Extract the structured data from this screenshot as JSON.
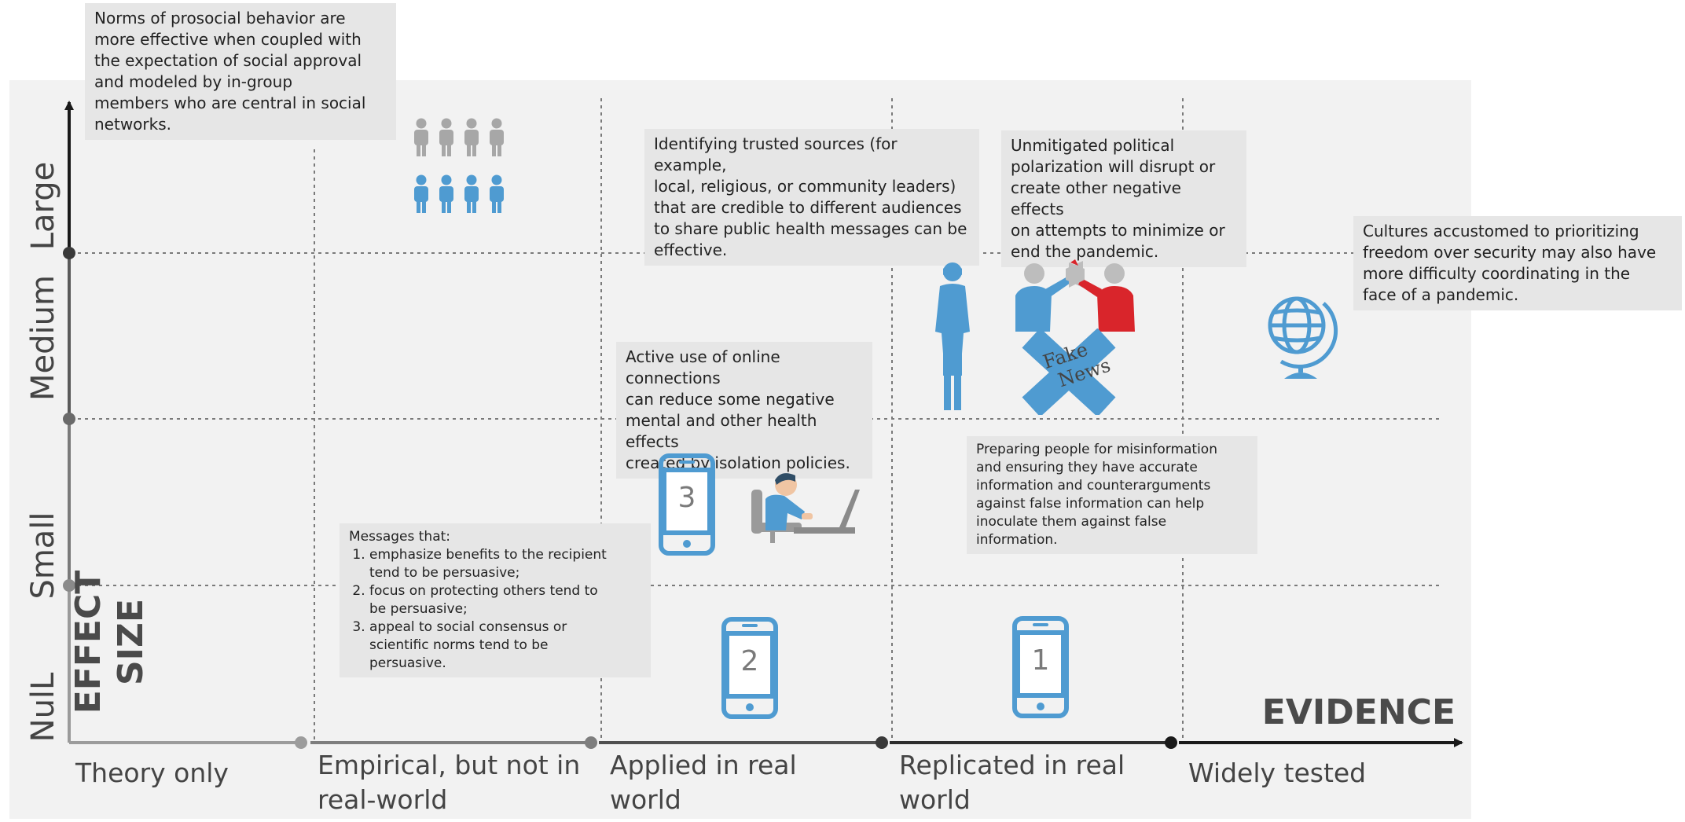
{
  "axes": {
    "y_title": "EFFECT SIZE",
    "x_title": "EVIDENCE",
    "y_levels": [
      "NulL",
      "Small",
      "Medium",
      "Large"
    ],
    "x_levels": [
      "Theory only",
      "Empirical, but not in real-world",
      "Applied in real world",
      "Replicated in real world",
      "Widely tested"
    ],
    "x_levels_lines": [
      [
        "Theory only"
      ],
      [
        "Empirical, but not in",
        "real-world"
      ],
      [
        "Applied in real",
        "world"
      ],
      [
        "Replicated in real",
        "world"
      ],
      [
        "Widely tested"
      ]
    ]
  },
  "notes": {
    "norms": [
      "Norms of prosocial behavior are",
      "more effective when coupled with",
      "the expectation of social approval",
      "and modeled by in-group",
      "members who are central in social",
      "networks."
    ],
    "trusted": [
      "Identifying trusted sources (for example,",
      "local, religious, or community leaders)",
      "that are credible to different audiences",
      "to share public health messages can be",
      "effective."
    ],
    "polarization": [
      "Unmitigated political",
      "polarization will disrupt or",
      "create other negative effects",
      "on attempts to minimize or",
      "end the pandemic."
    ],
    "cultures": [
      "Cultures accustomed to prioritizing",
      "freedom over security may also have",
      "more difficulty coordinating in the",
      "face of a pandemic."
    ],
    "online": [
      "Active use of online connections",
      "can reduce some negative",
      "mental and other health effects",
      "created by isolation policies."
    ],
    "misinfo": [
      "Preparing people for misinformation",
      "and ensuring they have accurate",
      "information and counterarguments",
      "against false information can help",
      "inoculate them against false",
      "information."
    ],
    "messages": {
      "heading": "Messages that:",
      "items": [
        [
          "emphasize benefits to the recipient",
          "tend to be persuasive;"
        ],
        [
          "focus on protecting others tend to",
          "be persuasive;"
        ],
        [
          "appeal to social consensus or",
          "scientific norms tend to be",
          "persuasive."
        ]
      ]
    }
  },
  "phones": [
    "3",
    "2",
    "1"
  ],
  "fake_news": [
    "Fake",
    "News"
  ],
  "colors": {
    "blue": "#4f9bd1",
    "gray_person": "#a7a7a7",
    "red": "#d9252b",
    "axis_dark": "#1a1a1a",
    "axis_gray": "#8c8c8c",
    "note_bg": "#e6e6e6"
  },
  "icons": [
    "people-group-icon",
    "phone-icon",
    "person-at-laptop-icon",
    "businesswoman-icon",
    "arguing-men-megaphones-icon",
    "fake-news-cross-icon",
    "globe-icon"
  ]
}
